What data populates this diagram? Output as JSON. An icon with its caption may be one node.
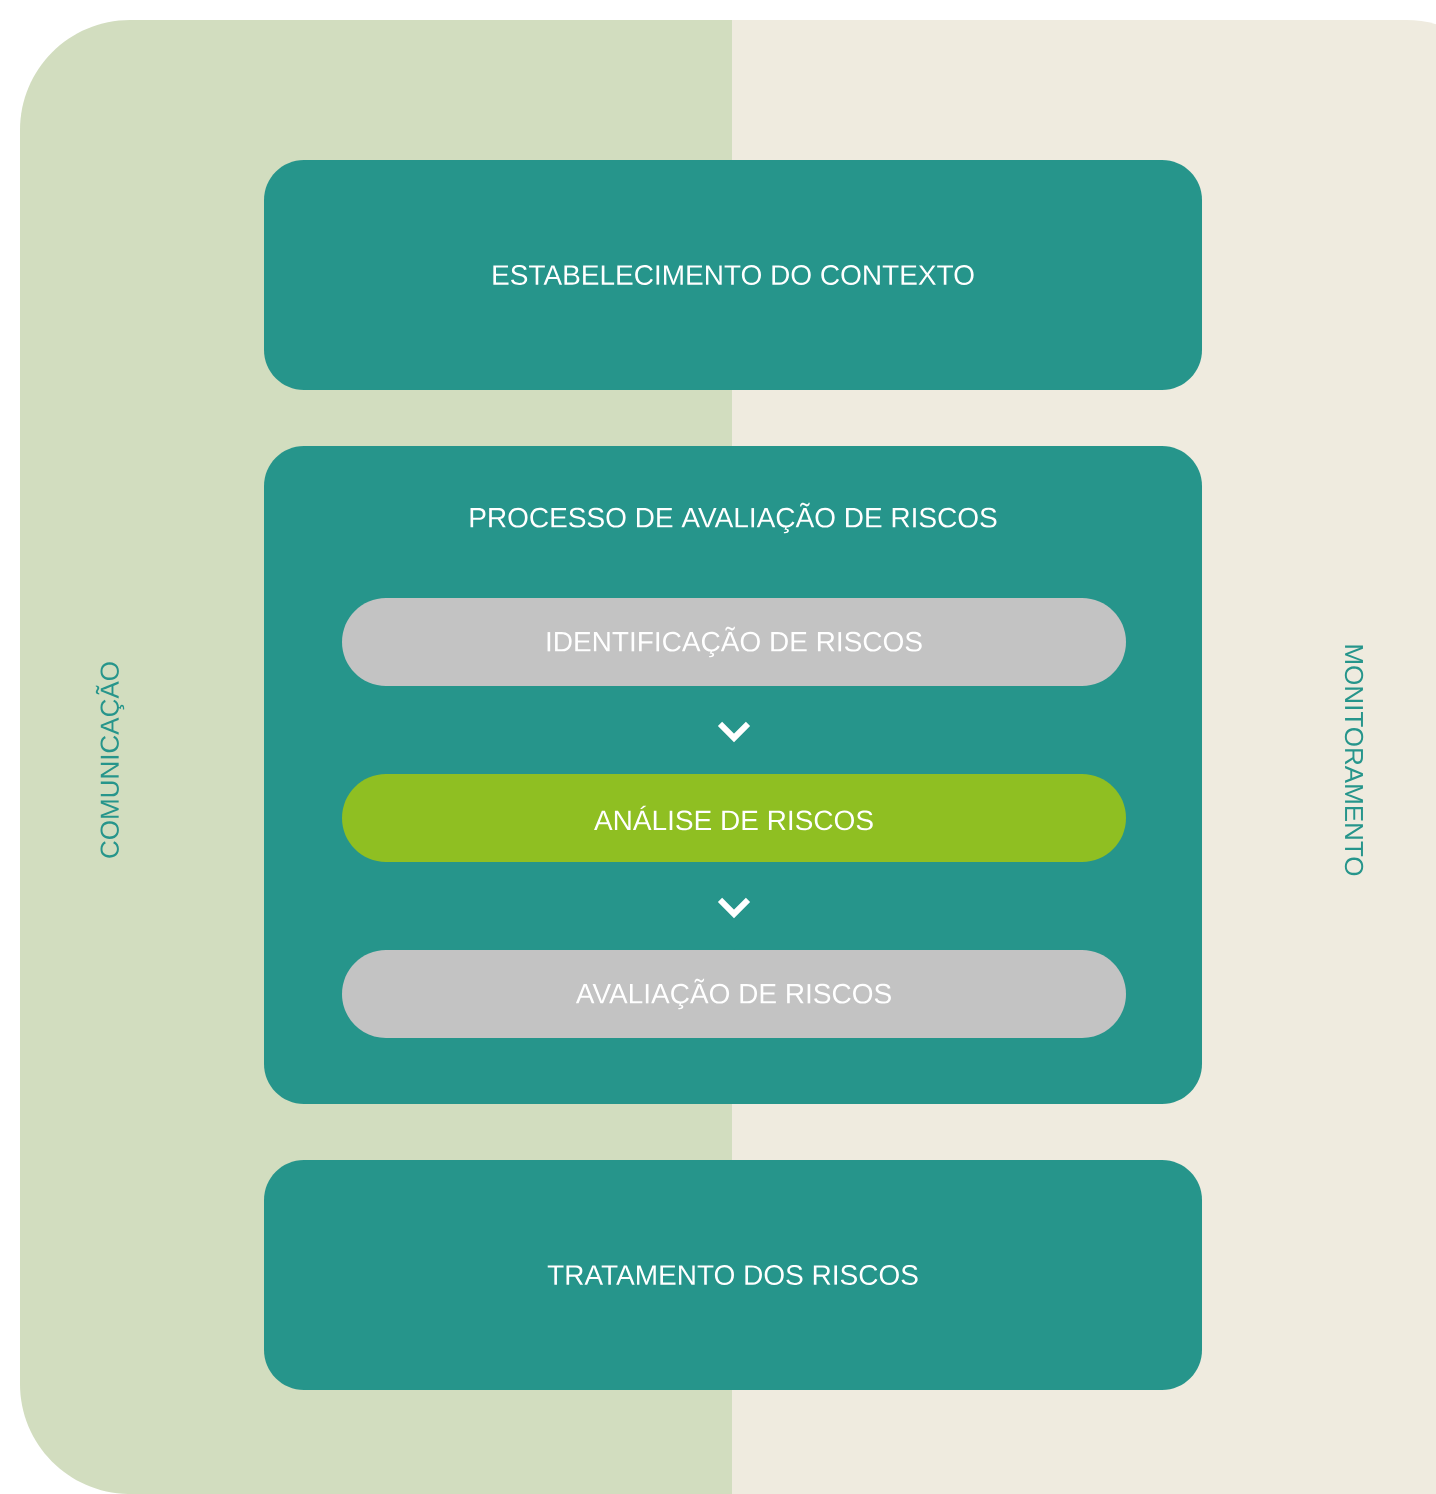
{
  "diagram": {
    "nodes": [
      {
        "text": [
          "COMUNICAÇÃO"
        ]
      },
      {
        "text": [
          "MONITORAMENTO"
        ]
      },
      {
        "text": [
          "ESTABELECIMENTO DO CONTEXTO"
        ]
      },
      {
        "text": [
          "PROCESSO DE AVALIAÇÃO DE RISCOS"
        ]
      },
      {
        "text": [
          "IDENTIFICAÇÃO DE RISCOS"
        ],
        "in": 3
      },
      {
        "text": [
          "ANÁLISE DE RISCOS"
        ],
        "in": 3
      },
      {
        "text": [
          "AVALIAÇÃO DE RISCOS"
        ],
        "in": 3
      },
      {
        "text": [
          "TRATAMENTO DOS RISCOS"
        ]
      }
    ],
    "edges": [
      {
        "from": 4,
        "to": 5,
        "arrow": "to"
      },
      {
        "from": 5,
        "to": 6,
        "arrow": "to"
      }
    ]
  }
}
